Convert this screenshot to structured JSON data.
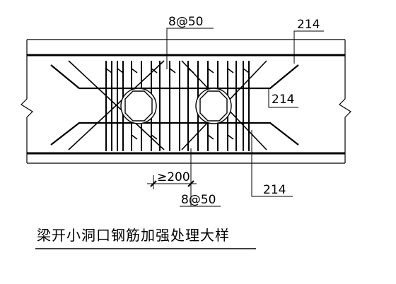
{
  "labels": {
    "top_spacing": "8@50",
    "bar_top_right": "214",
    "bar_middle_right": "214",
    "bar_bottom_right": "214",
    "min_spacing": "≥200",
    "bottom_spacing": "8@50"
  },
  "title": "梁开小洞口钢筋加强处理大样",
  "colors": {
    "line": "#000000",
    "background": "#ffffff"
  }
}
